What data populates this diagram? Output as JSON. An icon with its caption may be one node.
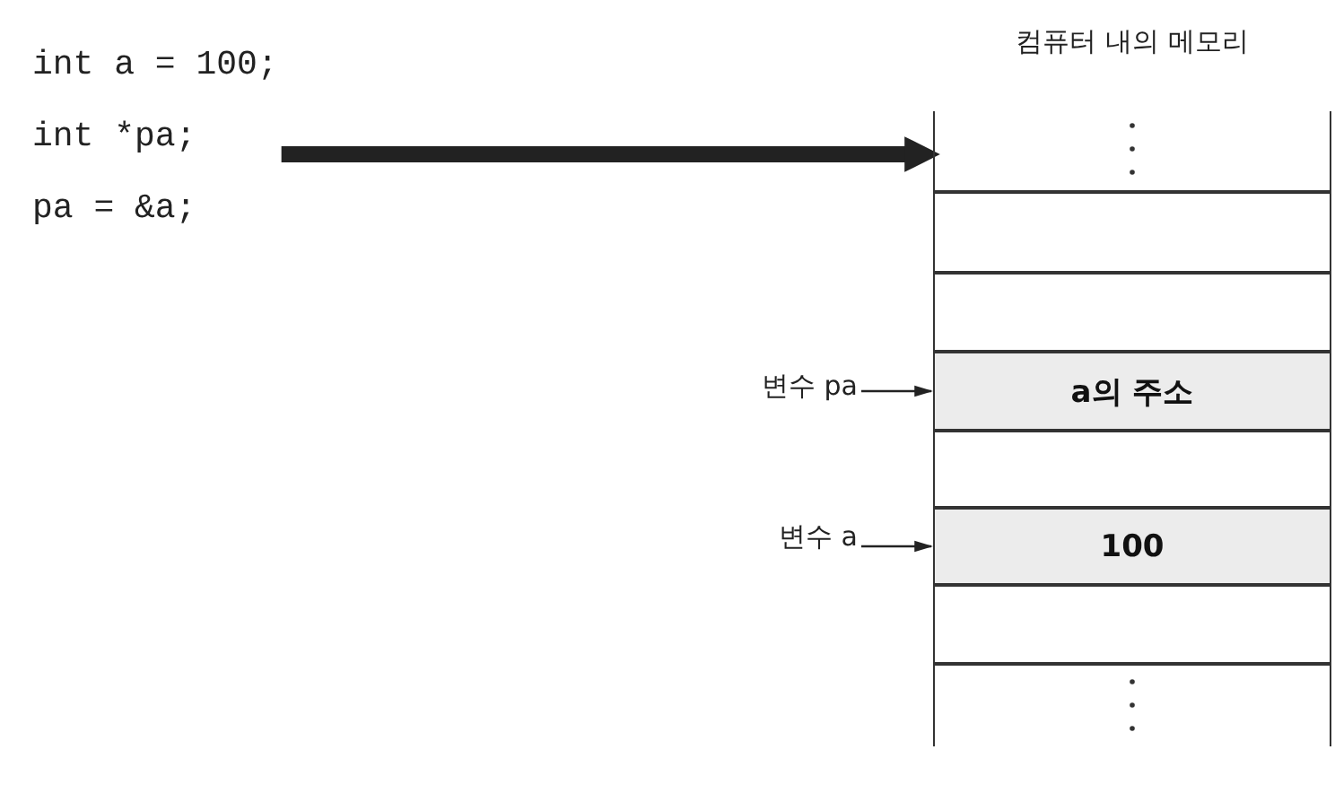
{
  "diagram": {
    "nodes": [
      {
        "text": [
          "int a = 100;",
          "int *pa;",
          "pa = &a;"
        ]
      },
      {
        "text": [
          "컴퓨터 내의 메모리"
        ]
      },
      {
        "text": [],
        "shape": "box",
        "in": 1
      },
      {
        "text": [],
        "shape": "box",
        "in": 1
      },
      {
        "text": [],
        "shape": "box",
        "in": 1
      },
      {
        "text": [
          "a의 주소"
        ],
        "in": 1
      },
      {
        "text": [],
        "shape": "box",
        "in": 1
      },
      {
        "text": [
          "100"
        ],
        "in": 1
      },
      {
        "text": [],
        "shape": "box",
        "in": 1
      },
      {
        "text": [],
        "shape": "box",
        "in": 1
      },
      {
        "text": [
          "변수 pa"
        ]
      },
      {
        "text": [
          "변수 a"
        ]
      }
    ],
    "edges": [
      {
        "from": 0,
        "to": 1,
        "arrow": "to",
        "style": "thick"
      },
      {
        "from": 10,
        "to": 5,
        "arrow": "to"
      },
      {
        "from": 11,
        "to": 7,
        "arrow": "to"
      }
    ]
  }
}
